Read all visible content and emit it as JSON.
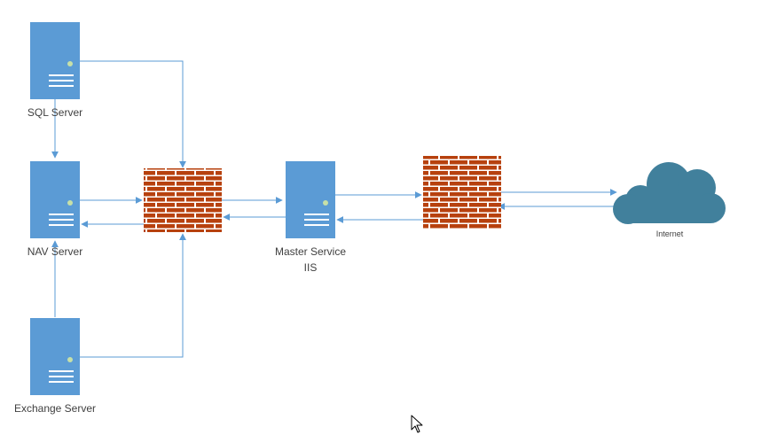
{
  "nodes": {
    "sql_server": {
      "label": "SQL Server",
      "icon": "server-icon"
    },
    "nav_server": {
      "label": "NAV Server",
      "icon": "server-icon"
    },
    "exchange_server": {
      "label": "Exchange Server",
      "icon": "server-icon"
    },
    "master_service": {
      "label_line1": "Master Service",
      "label_line2": "IIS",
      "icon": "server-icon"
    },
    "firewall_internal": {
      "icon": "firewall-icon"
    },
    "firewall_external": {
      "icon": "firewall-icon"
    },
    "internet": {
      "label": "Internet",
      "icon": "cloud-icon"
    }
  },
  "colors": {
    "server": "#5b9bd5",
    "server_led": "#c6e0a8",
    "firewall_brick": "#b7410e",
    "firewall_mortar": "#ffffff",
    "cloud": "#41809c",
    "connector": "#5b9bd5"
  },
  "cursor": {
    "icon": "mouse-pointer-icon"
  }
}
